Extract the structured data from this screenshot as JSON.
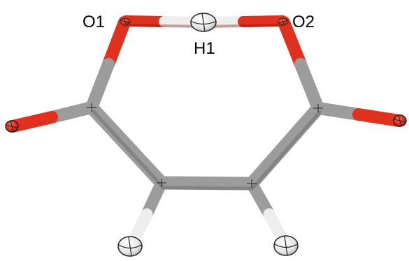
{
  "labels": {
    "o1": "O1",
    "o2": "O2",
    "h1": "H1"
  },
  "colors": {
    "oxygen": "#e0301e",
    "oxygen_dark": "#a8180c",
    "carbon": "#9c9c9c",
    "carbon_dark": "#6e6e6e",
    "hydrogen": "#f0f0f0",
    "hydrogen_dark": "#c8c8c8",
    "background": "#ffffff"
  },
  "atoms": [
    {
      "id": "O1",
      "element": "O"
    },
    {
      "id": "O2",
      "element": "O"
    },
    {
      "id": "H1",
      "element": "H"
    },
    {
      "id": "C1",
      "element": "C"
    },
    {
      "id": "C2",
      "element": "C"
    },
    {
      "id": "C3",
      "element": "C"
    },
    {
      "id": "C4",
      "element": "C"
    },
    {
      "id": "O3",
      "element": "O"
    },
    {
      "id": "O4",
      "element": "O"
    },
    {
      "id": "H2",
      "element": "H"
    },
    {
      "id": "H3",
      "element": "H"
    }
  ]
}
